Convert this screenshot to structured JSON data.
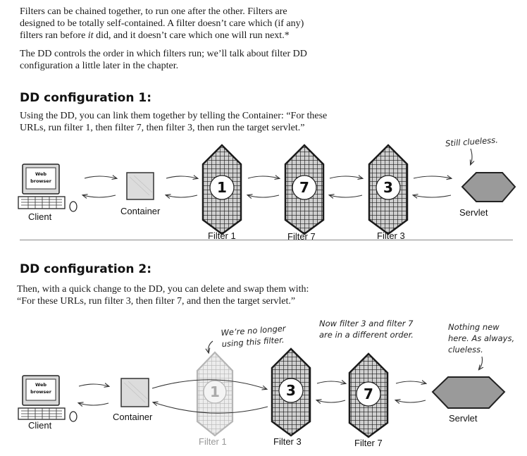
{
  "intro": {
    "p1": [
      "Filters can be chained together, to run one after the other. Filters are",
      "designed to be totally self-contained.  A filter doesn’t care which (if any)",
      "filters ran before ",
      "it",
      " did,  and it doesn’t care which one will run next.*"
    ],
    "p2": [
      "The DD controls the order in which filters run; we’ll talk about filter DD",
      "configuration a little later in the chapter."
    ]
  },
  "config1": {
    "heading": "DD configuration 1:",
    "text": [
      "Using the DD, you can link them together by telling the Container: “For these",
      "URLs, run filter 1, then filter 7, then filter 3, then run the target servlet.”"
    ],
    "note": [
      "Still clueless."
    ],
    "browser_text": [
      "Web",
      "browser"
    ],
    "labels": {
      "client": "Client",
      "container": "Container",
      "filter_a": "Filter 1",
      "filter_b": "Filter 7",
      "filter_c": "Filter 3",
      "servlet": "Servlet"
    },
    "filter_numbers": [
      "1",
      "7",
      "3"
    ]
  },
  "config2": {
    "heading": "DD configuration 2:",
    "text": [
      "Then, with a quick change to the DD, you can delete and swap them with:",
      "“For these URLs, run filter 3, then filter 7, and then the target servlet.”"
    ],
    "note_removed": [
      "We’re no longer",
      "using this filter."
    ],
    "note_order": [
      "Now filter 3 and filter 7",
      "are in a different order."
    ],
    "note_servlet": [
      "Nothing new",
      "here. As always,",
      "clueless."
    ],
    "browser_text": [
      "Web",
      "browser"
    ],
    "labels": {
      "client": "Client",
      "container": "Container",
      "filter_removed": "Filter 1",
      "filter_a": "Filter 3",
      "filter_b": "Filter 7",
      "servlet": "Servlet"
    },
    "filter_numbers": [
      "1",
      "3",
      "7"
    ]
  },
  "colors": {
    "filter_dark": "#1b1b1b",
    "filter_faded": "#b5b5b5",
    "servlet_fill": "#9a9a9a",
    "container_fill": "#dcdcdc",
    "divider": "#888888"
  },
  "icons": [
    "computer-icon",
    "container-box-icon",
    "filter-icon",
    "servlet-icon",
    "arrow-icon"
  ]
}
